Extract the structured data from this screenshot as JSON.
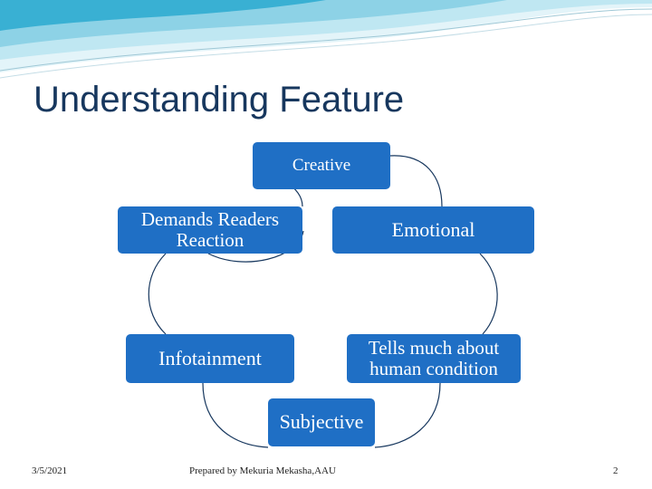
{
  "slide": {
    "title": "Understanding Feature"
  },
  "diagram": {
    "nodes": [
      {
        "id": "creative",
        "label": "Creative"
      },
      {
        "id": "emotional",
        "label": "Emotional"
      },
      {
        "id": "tells",
        "label": "Tells much about human condition"
      },
      {
        "id": "subjective",
        "label": "Subjective"
      },
      {
        "id": "infotainment",
        "label": "Infotainment"
      },
      {
        "id": "demands",
        "label": "Demands Readers Reaction"
      }
    ]
  },
  "footer": {
    "date": "3/5/2021",
    "author": "Prepared by Mekuria Mekasha,AAU",
    "page_number": "2"
  },
  "colors": {
    "node_fill": "#1f6fc5",
    "title": "#17375e",
    "cycle_stroke": "#17375e",
    "wave_light": "#bfe7f2",
    "wave_accent": "#39b0d3"
  }
}
